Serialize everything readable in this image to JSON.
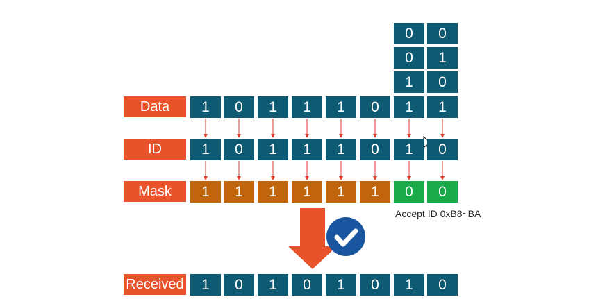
{
  "colors": {
    "cell": "#0e5a73",
    "mask_one": "#c0650b",
    "mask_zero": "#1aaa4a",
    "label": "#e8532b",
    "connector": "#e03a2c",
    "big_arrow": "#e8532b",
    "check_badge": "#1a56a0"
  },
  "rows": {
    "data": {
      "label": "Data",
      "bits": [
        "1",
        "0",
        "1",
        "1",
        "1",
        "0",
        "1",
        "1"
      ]
    },
    "id": {
      "label": "ID",
      "bits": [
        "1",
        "0",
        "1",
        "1",
        "1",
        "0",
        "1",
        "0"
      ]
    },
    "mask": {
      "label": "Mask",
      "bits": [
        "1",
        "1",
        "1",
        "1",
        "1",
        "1",
        "0",
        "0"
      ]
    },
    "received": {
      "label": "Received",
      "bits": [
        "1",
        "0",
        "1",
        "0",
        "1",
        "0",
        "1",
        "0"
      ]
    }
  },
  "stacked_bits": {
    "col7": [
      "0",
      "0",
      "1"
    ],
    "col8": [
      "0",
      "1",
      "0"
    ]
  },
  "note": "Accept ID 0xB8~BA",
  "icons": [
    "down-arrow-icon",
    "check-badge-icon",
    "mouse-cursor-icon"
  ]
}
